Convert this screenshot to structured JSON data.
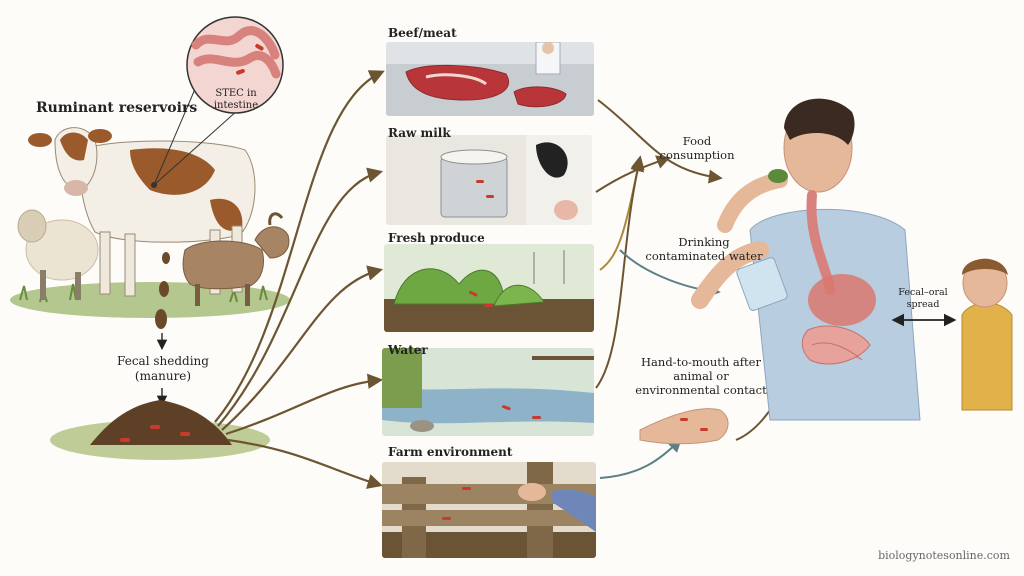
{
  "reservoir": {
    "title": "Ruminant reservoirs",
    "callout": "STEC in intestine"
  },
  "shedding": {
    "label": "Fecal shedding (manure)"
  },
  "routes": [
    {
      "id": "beef",
      "label": "Beef/meat"
    },
    {
      "id": "milk",
      "label": "Raw milk"
    },
    {
      "id": "produce",
      "label": "Fresh produce"
    },
    {
      "id": "water",
      "label": "Water"
    },
    {
      "id": "farm",
      "label": "Farm environment"
    }
  ],
  "exposure": {
    "food": "Food consumption",
    "drinking": "Drinking contaminated water",
    "hand": "Hand-to-mouth after animal or environmental contact",
    "fecal_oral": "Fecal–oral spread"
  },
  "credit": "biologynotesonline.com",
  "colors": {
    "arrow": "#6b5532",
    "arrow_blue": "#5e7f86",
    "bacteria": "#c93a2c",
    "cow_brown": "#9a5a2c",
    "shirt": "#b8cde0",
    "child_shirt": "#e2b24a"
  }
}
